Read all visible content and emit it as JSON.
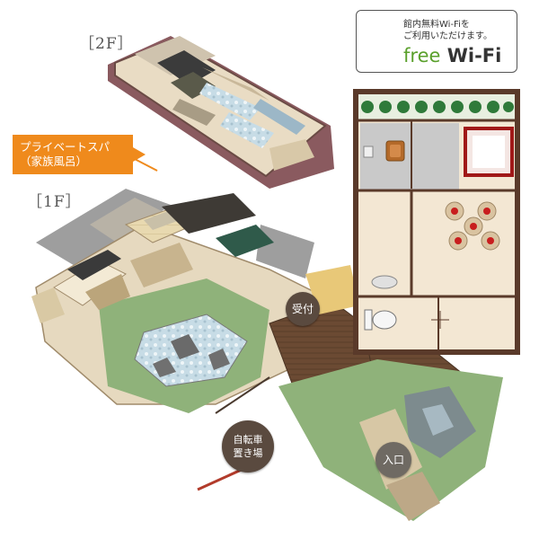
{
  "labels": {
    "floor_2f": "［2F］",
    "floor_1f": "［1F］",
    "private_spa_line1": "プライベートスパ",
    "private_spa_line2": "（家族風呂）",
    "reception": "受付",
    "bike_line1": "自転車",
    "bike_line2": "置き場",
    "entrance": "入口"
  },
  "wifi": {
    "line1": "館内無料Wi-Fiを",
    "line2": "ご利用いただけます。",
    "free_word": "free",
    "wifi_word": "Wi-Fi"
  },
  "icons": [
    "wifi-icon",
    "location-pin-icon",
    "toilet-icon",
    "table-icon"
  ],
  "colors": {
    "callout": "#ef8a1c",
    "pin_dark": "#5a4a3f",
    "wifi_green": "#5aa02c",
    "room_border": "#5a3a2a",
    "room_floor": "#f0e4d0",
    "bath_water": "#b9d3e0",
    "garden_green": "#7fa86a"
  }
}
